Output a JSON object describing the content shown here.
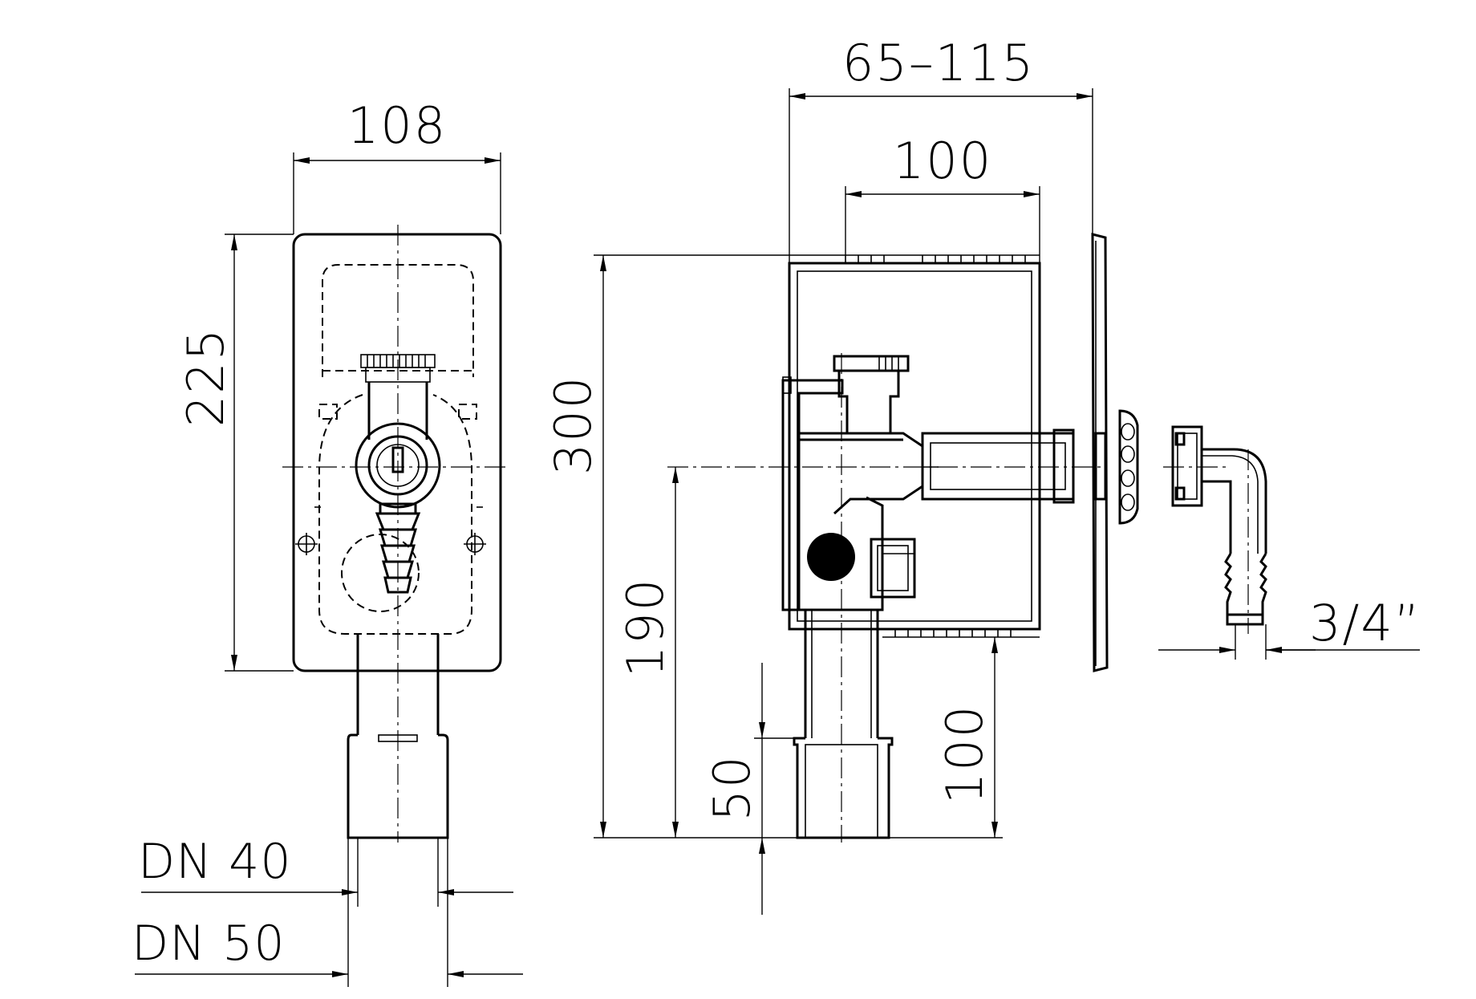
{
  "front_view": {
    "width_dim": "108",
    "height_dim": "225",
    "outlet_small": "DN 40",
    "outlet_large": "DN 50"
  },
  "side_view": {
    "depth_range_dim": "65–115",
    "body_depth_dim": "100",
    "total_height_dim": "300",
    "inlet_height_dim": "190",
    "outlet_height_dim": "100",
    "spigot_dim": "50"
  },
  "elbow": {
    "thread_dim": "3/4”"
  }
}
